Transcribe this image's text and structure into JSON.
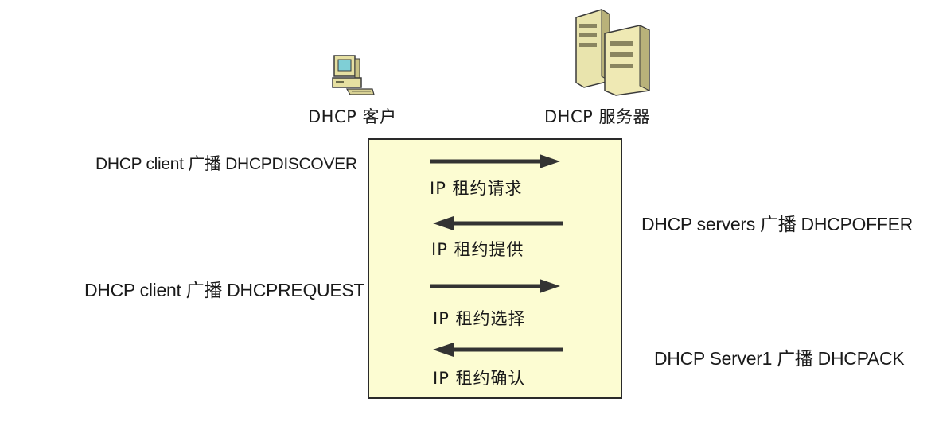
{
  "nodes": {
    "client_label": "DHCP 客户",
    "server_label": "DHCP 服务器"
  },
  "steps": [
    {
      "label": "IP 租约请求",
      "direction": "to-server"
    },
    {
      "label": "IP 租约提供",
      "direction": "to-client"
    },
    {
      "label": "IP 租约选择",
      "direction": "to-server"
    },
    {
      "label": "IP 租约确认",
      "direction": "to-client"
    }
  ],
  "notes": {
    "discover": "DHCP client 广播 DHCPDISCOVER",
    "offer": "DHCP servers 广播 DHCPOFFER",
    "request": "DHCP client 广播 DHCPREQUEST",
    "ack": "DHCP Server1 广播 DHCPACK"
  },
  "colors": {
    "panel_fill": "#fcfcd2",
    "arrow": "#333333",
    "computer_body": "#e6e0a2",
    "server_body": "#e9e4ad"
  }
}
